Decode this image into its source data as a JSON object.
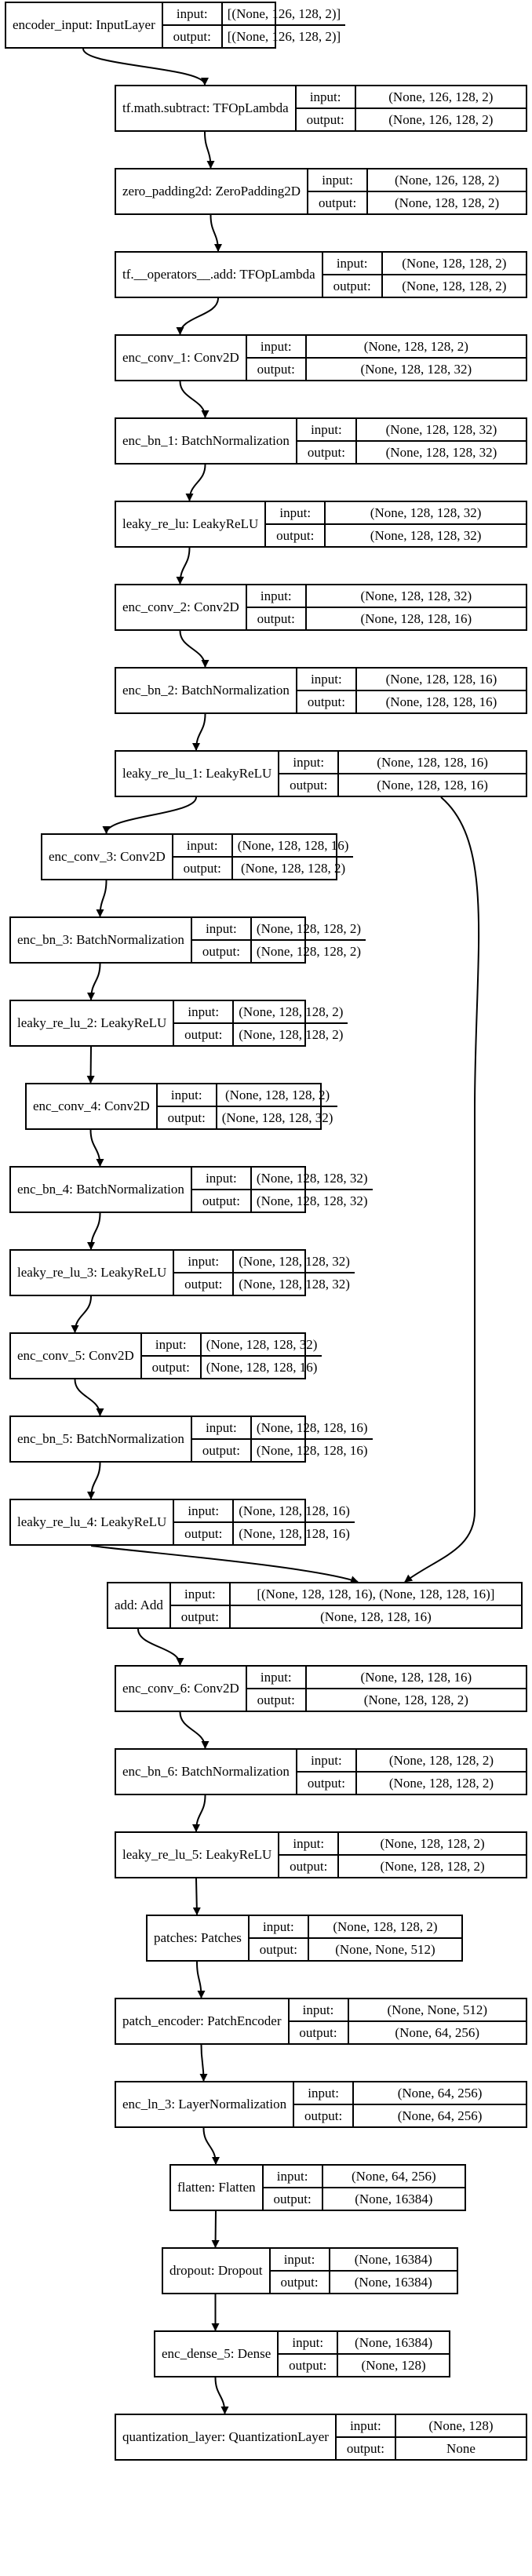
{
  "labels": {
    "input": "input:",
    "output": "output:"
  },
  "nodes": [
    {
      "id": "encoder_input",
      "name": "encoder_input: InputLayer",
      "input": "[(None, 126, 128, 2)]",
      "output": "[(None, 126, 128, 2)]"
    },
    {
      "id": "tf_math_subtract",
      "name": "tf.math.subtract: TFOpLambda",
      "input": "(None, 126, 128, 2)",
      "output": "(None, 126, 128, 2)"
    },
    {
      "id": "zero_padding2d",
      "name": "zero_padding2d: ZeroPadding2D",
      "input": "(None, 126, 128, 2)",
      "output": "(None, 128, 128, 2)"
    },
    {
      "id": "tf_operators_add",
      "name": "tf.__operators__.add: TFOpLambda",
      "input": "(None, 128, 128, 2)",
      "output": "(None, 128, 128, 2)"
    },
    {
      "id": "enc_conv_1",
      "name": "enc_conv_1: Conv2D",
      "input": "(None, 128, 128, 2)",
      "output": "(None, 128, 128, 32)"
    },
    {
      "id": "enc_bn_1",
      "name": "enc_bn_1: BatchNormalization",
      "input": "(None, 128, 128, 32)",
      "output": "(None, 128, 128, 32)"
    },
    {
      "id": "leaky_re_lu",
      "name": "leaky_re_lu: LeakyReLU",
      "input": "(None, 128, 128, 32)",
      "output": "(None, 128, 128, 32)"
    },
    {
      "id": "enc_conv_2",
      "name": "enc_conv_2: Conv2D",
      "input": "(None, 128, 128, 32)",
      "output": "(None, 128, 128, 16)"
    },
    {
      "id": "enc_bn_2",
      "name": "enc_bn_2: BatchNormalization",
      "input": "(None, 128, 128, 16)",
      "output": "(None, 128, 128, 16)"
    },
    {
      "id": "leaky_re_lu_1",
      "name": "leaky_re_lu_1: LeakyReLU",
      "input": "(None, 128, 128, 16)",
      "output": "(None, 128, 128, 16)"
    },
    {
      "id": "enc_conv_3",
      "name": "enc_conv_3: Conv2D",
      "input": "(None, 128, 128, 16)",
      "output": "(None, 128, 128, 2)"
    },
    {
      "id": "enc_bn_3",
      "name": "enc_bn_3: BatchNormalization",
      "input": "(None, 128, 128, 2)",
      "output": "(None, 128, 128, 2)"
    },
    {
      "id": "leaky_re_lu_2",
      "name": "leaky_re_lu_2: LeakyReLU",
      "input": "(None, 128, 128, 2)",
      "output": "(None, 128, 128, 2)"
    },
    {
      "id": "enc_conv_4",
      "name": "enc_conv_4: Conv2D",
      "input": "(None, 128, 128, 2)",
      "output": "(None, 128, 128, 32)"
    },
    {
      "id": "enc_bn_4",
      "name": "enc_bn_4: BatchNormalization",
      "input": "(None, 128, 128, 32)",
      "output": "(None, 128, 128, 32)"
    },
    {
      "id": "leaky_re_lu_3",
      "name": "leaky_re_lu_3: LeakyReLU",
      "input": "(None, 128, 128, 32)",
      "output": "(None, 128, 128, 32)"
    },
    {
      "id": "enc_conv_5",
      "name": "enc_conv_5: Conv2D",
      "input": "(None, 128, 128, 32)",
      "output": "(None, 128, 128, 16)"
    },
    {
      "id": "enc_bn_5",
      "name": "enc_bn_5: BatchNormalization",
      "input": "(None, 128, 128, 16)",
      "output": "(None, 128, 128, 16)"
    },
    {
      "id": "leaky_re_lu_4",
      "name": "leaky_re_lu_4: LeakyReLU",
      "input": "(None, 128, 128, 16)",
      "output": "(None, 128, 128, 16)"
    },
    {
      "id": "add",
      "name": "add: Add",
      "input": "[(None, 128, 128, 16), (None, 128, 128, 16)]",
      "output": "(None, 128, 128, 16)"
    },
    {
      "id": "enc_conv_6",
      "name": "enc_conv_6: Conv2D",
      "input": "(None, 128, 128, 16)",
      "output": "(None, 128, 128, 2)"
    },
    {
      "id": "enc_bn_6",
      "name": "enc_bn_6: BatchNormalization",
      "input": "(None, 128, 128, 2)",
      "output": "(None, 128, 128, 2)"
    },
    {
      "id": "leaky_re_lu_5",
      "name": "leaky_re_lu_5: LeakyReLU",
      "input": "(None, 128, 128, 2)",
      "output": "(None, 128, 128, 2)"
    },
    {
      "id": "patches",
      "name": "patches: Patches",
      "input": "(None, 128, 128, 2)",
      "output": "(None, None, 512)"
    },
    {
      "id": "patch_encoder",
      "name": "patch_encoder: PatchEncoder",
      "input": "(None, None, 512)",
      "output": "(None, 64, 256)"
    },
    {
      "id": "enc_ln_3",
      "name": "enc_ln_3: LayerNormalization",
      "input": "(None, 64, 256)",
      "output": "(None, 64, 256)"
    },
    {
      "id": "flatten",
      "name": "flatten: Flatten",
      "input": "(None, 64, 256)",
      "output": "(None, 16384)"
    },
    {
      "id": "dropout",
      "name": "dropout: Dropout",
      "input": "(None, 16384)",
      "output": "(None, 16384)"
    },
    {
      "id": "enc_dense_5",
      "name": "enc_dense_5: Dense",
      "input": "(None, 16384)",
      "output": "(None, 128)"
    },
    {
      "id": "quantization_layer",
      "name": "quantization_layer: QuantizationLayer",
      "input": "(None, 128)",
      "output": "None"
    }
  ],
  "edges": [
    [
      "encoder_input",
      "tf_math_subtract"
    ],
    [
      "tf_math_subtract",
      "zero_padding2d"
    ],
    [
      "zero_padding2d",
      "tf_operators_add"
    ],
    [
      "tf_operators_add",
      "enc_conv_1"
    ],
    [
      "enc_conv_1",
      "enc_bn_1"
    ],
    [
      "enc_bn_1",
      "leaky_re_lu"
    ],
    [
      "leaky_re_lu",
      "enc_conv_2"
    ],
    [
      "enc_conv_2",
      "enc_bn_2"
    ],
    [
      "enc_bn_2",
      "leaky_re_lu_1"
    ],
    [
      "leaky_re_lu_1",
      "enc_conv_3"
    ],
    [
      "enc_conv_3",
      "enc_bn_3"
    ],
    [
      "enc_bn_3",
      "leaky_re_lu_2"
    ],
    [
      "leaky_re_lu_2",
      "enc_conv_4"
    ],
    [
      "enc_conv_4",
      "enc_bn_4"
    ],
    [
      "enc_bn_4",
      "leaky_re_lu_3"
    ],
    [
      "leaky_re_lu_3",
      "enc_conv_5"
    ],
    [
      "enc_conv_5",
      "enc_bn_5"
    ],
    [
      "enc_bn_5",
      "leaky_re_lu_4"
    ],
    [
      "leaky_re_lu_4",
      "add"
    ],
    [
      "leaky_re_lu_1",
      "add"
    ],
    [
      "add",
      "enc_conv_6"
    ],
    [
      "enc_conv_6",
      "enc_bn_6"
    ],
    [
      "enc_bn_6",
      "leaky_re_lu_5"
    ],
    [
      "leaky_re_lu_5",
      "patches"
    ],
    [
      "patches",
      "patch_encoder"
    ],
    [
      "patch_encoder",
      "enc_ln_3"
    ],
    [
      "enc_ln_3",
      "flatten"
    ],
    [
      "flatten",
      "dropout"
    ],
    [
      "dropout",
      "enc_dense_5"
    ],
    [
      "enc_dense_5",
      "quantization_layer"
    ]
  ]
}
